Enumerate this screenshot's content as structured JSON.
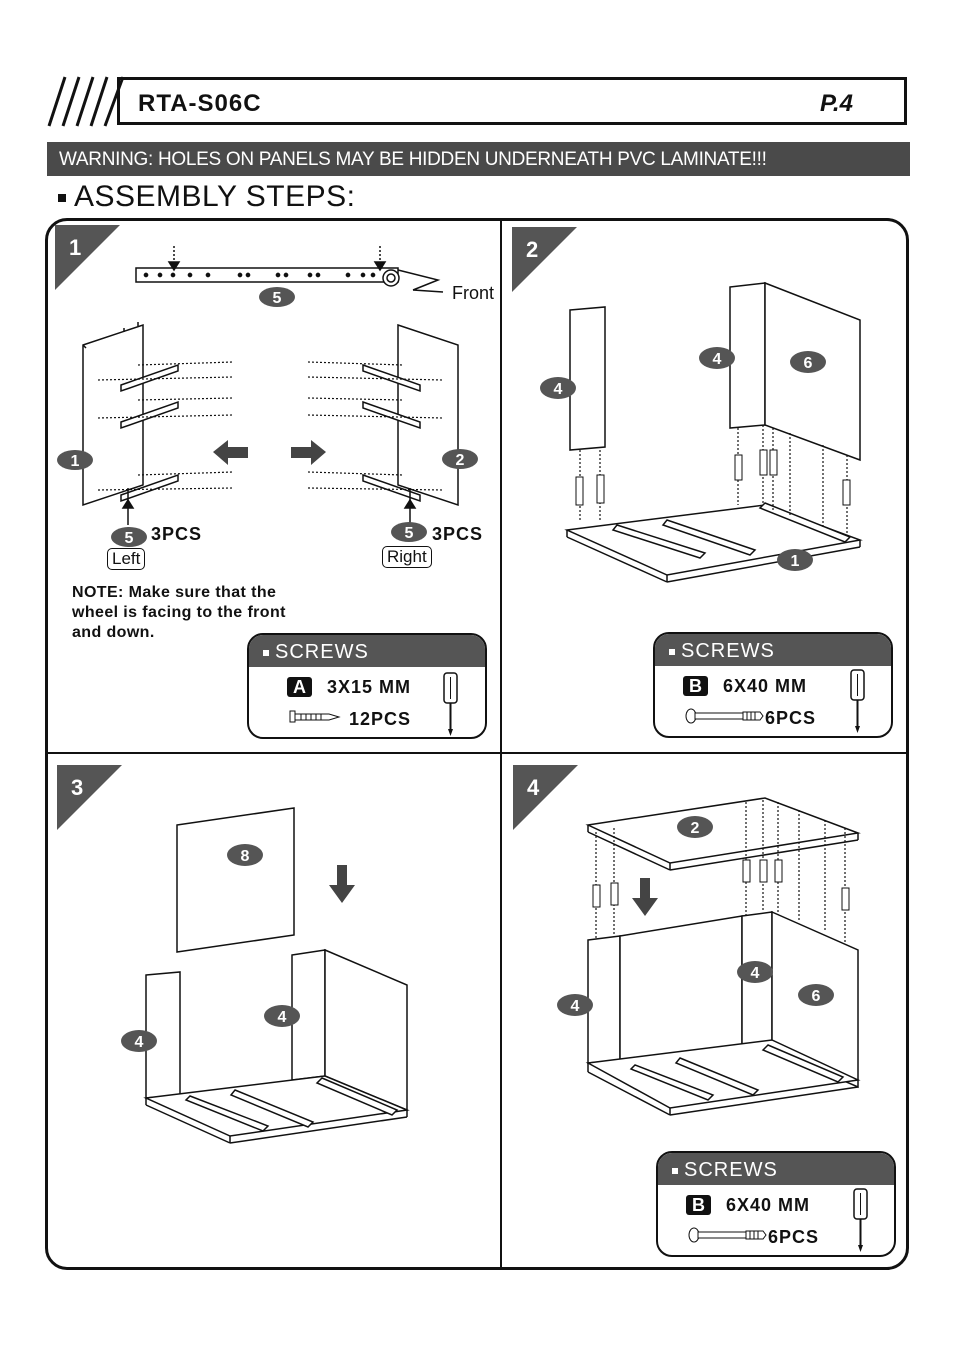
{
  "header": {
    "model": "RTA-S06C",
    "page": "P.4"
  },
  "warning": "WARNING: HOLES ON PANELS MAY BE HIDDEN UNDERNEATH PVC LAMINATE!!!",
  "section_title": "ASSEMBLY STEPS:",
  "steps": [
    {
      "number": "1"
    },
    {
      "number": "2"
    },
    {
      "number": "3"
    },
    {
      "number": "4"
    }
  ],
  "step1": {
    "part_slide": "5",
    "front_label": "Front",
    "part_left_panel": "1",
    "part_right_panel": "2",
    "left_qty_part": "5",
    "left_qty": "3PCS",
    "left_label": "Left",
    "right_qty_part": "5",
    "right_qty": "3PCS",
    "right_label": "Right",
    "note_lines": [
      "NOTE: Make sure that the",
      "wheel is facing to the front",
      "and down."
    ],
    "screws": {
      "title": "SCREWS",
      "code": "A",
      "size": "3X15 MM",
      "qty": "12PCS"
    }
  },
  "step2": {
    "parts": [
      "4",
      "4",
      "6",
      "1"
    ],
    "screws": {
      "title": "SCREWS",
      "code": "B",
      "size": "6X40 MM",
      "qty": "6PCS"
    }
  },
  "step3": {
    "parts": [
      "8",
      "4",
      "4"
    ]
  },
  "step4": {
    "parts": [
      "2",
      "4",
      "4",
      "6"
    ],
    "screws": {
      "title": "SCREWS",
      "code": "B",
      "size": "6X40 MM",
      "qty": "6PCS"
    }
  }
}
